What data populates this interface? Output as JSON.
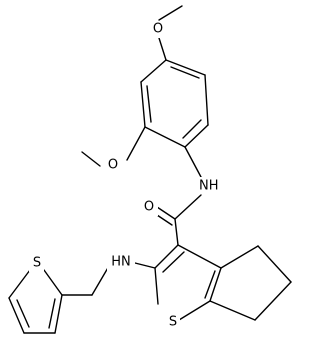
{
  "diagram": {
    "type": "chemical-structure",
    "atom_labels": {
      "o_methoxy_para": "O",
      "o_methoxy_ortho": "O",
      "nh_amide": "NH",
      "o_carbonyl": "O",
      "nh_amine": "HN",
      "s_thiophene_fused": "S",
      "s_thiophene_side": "S"
    },
    "colors": {
      "bond": "#000000",
      "label": "#000000",
      "background": "#ffffff"
    }
  }
}
